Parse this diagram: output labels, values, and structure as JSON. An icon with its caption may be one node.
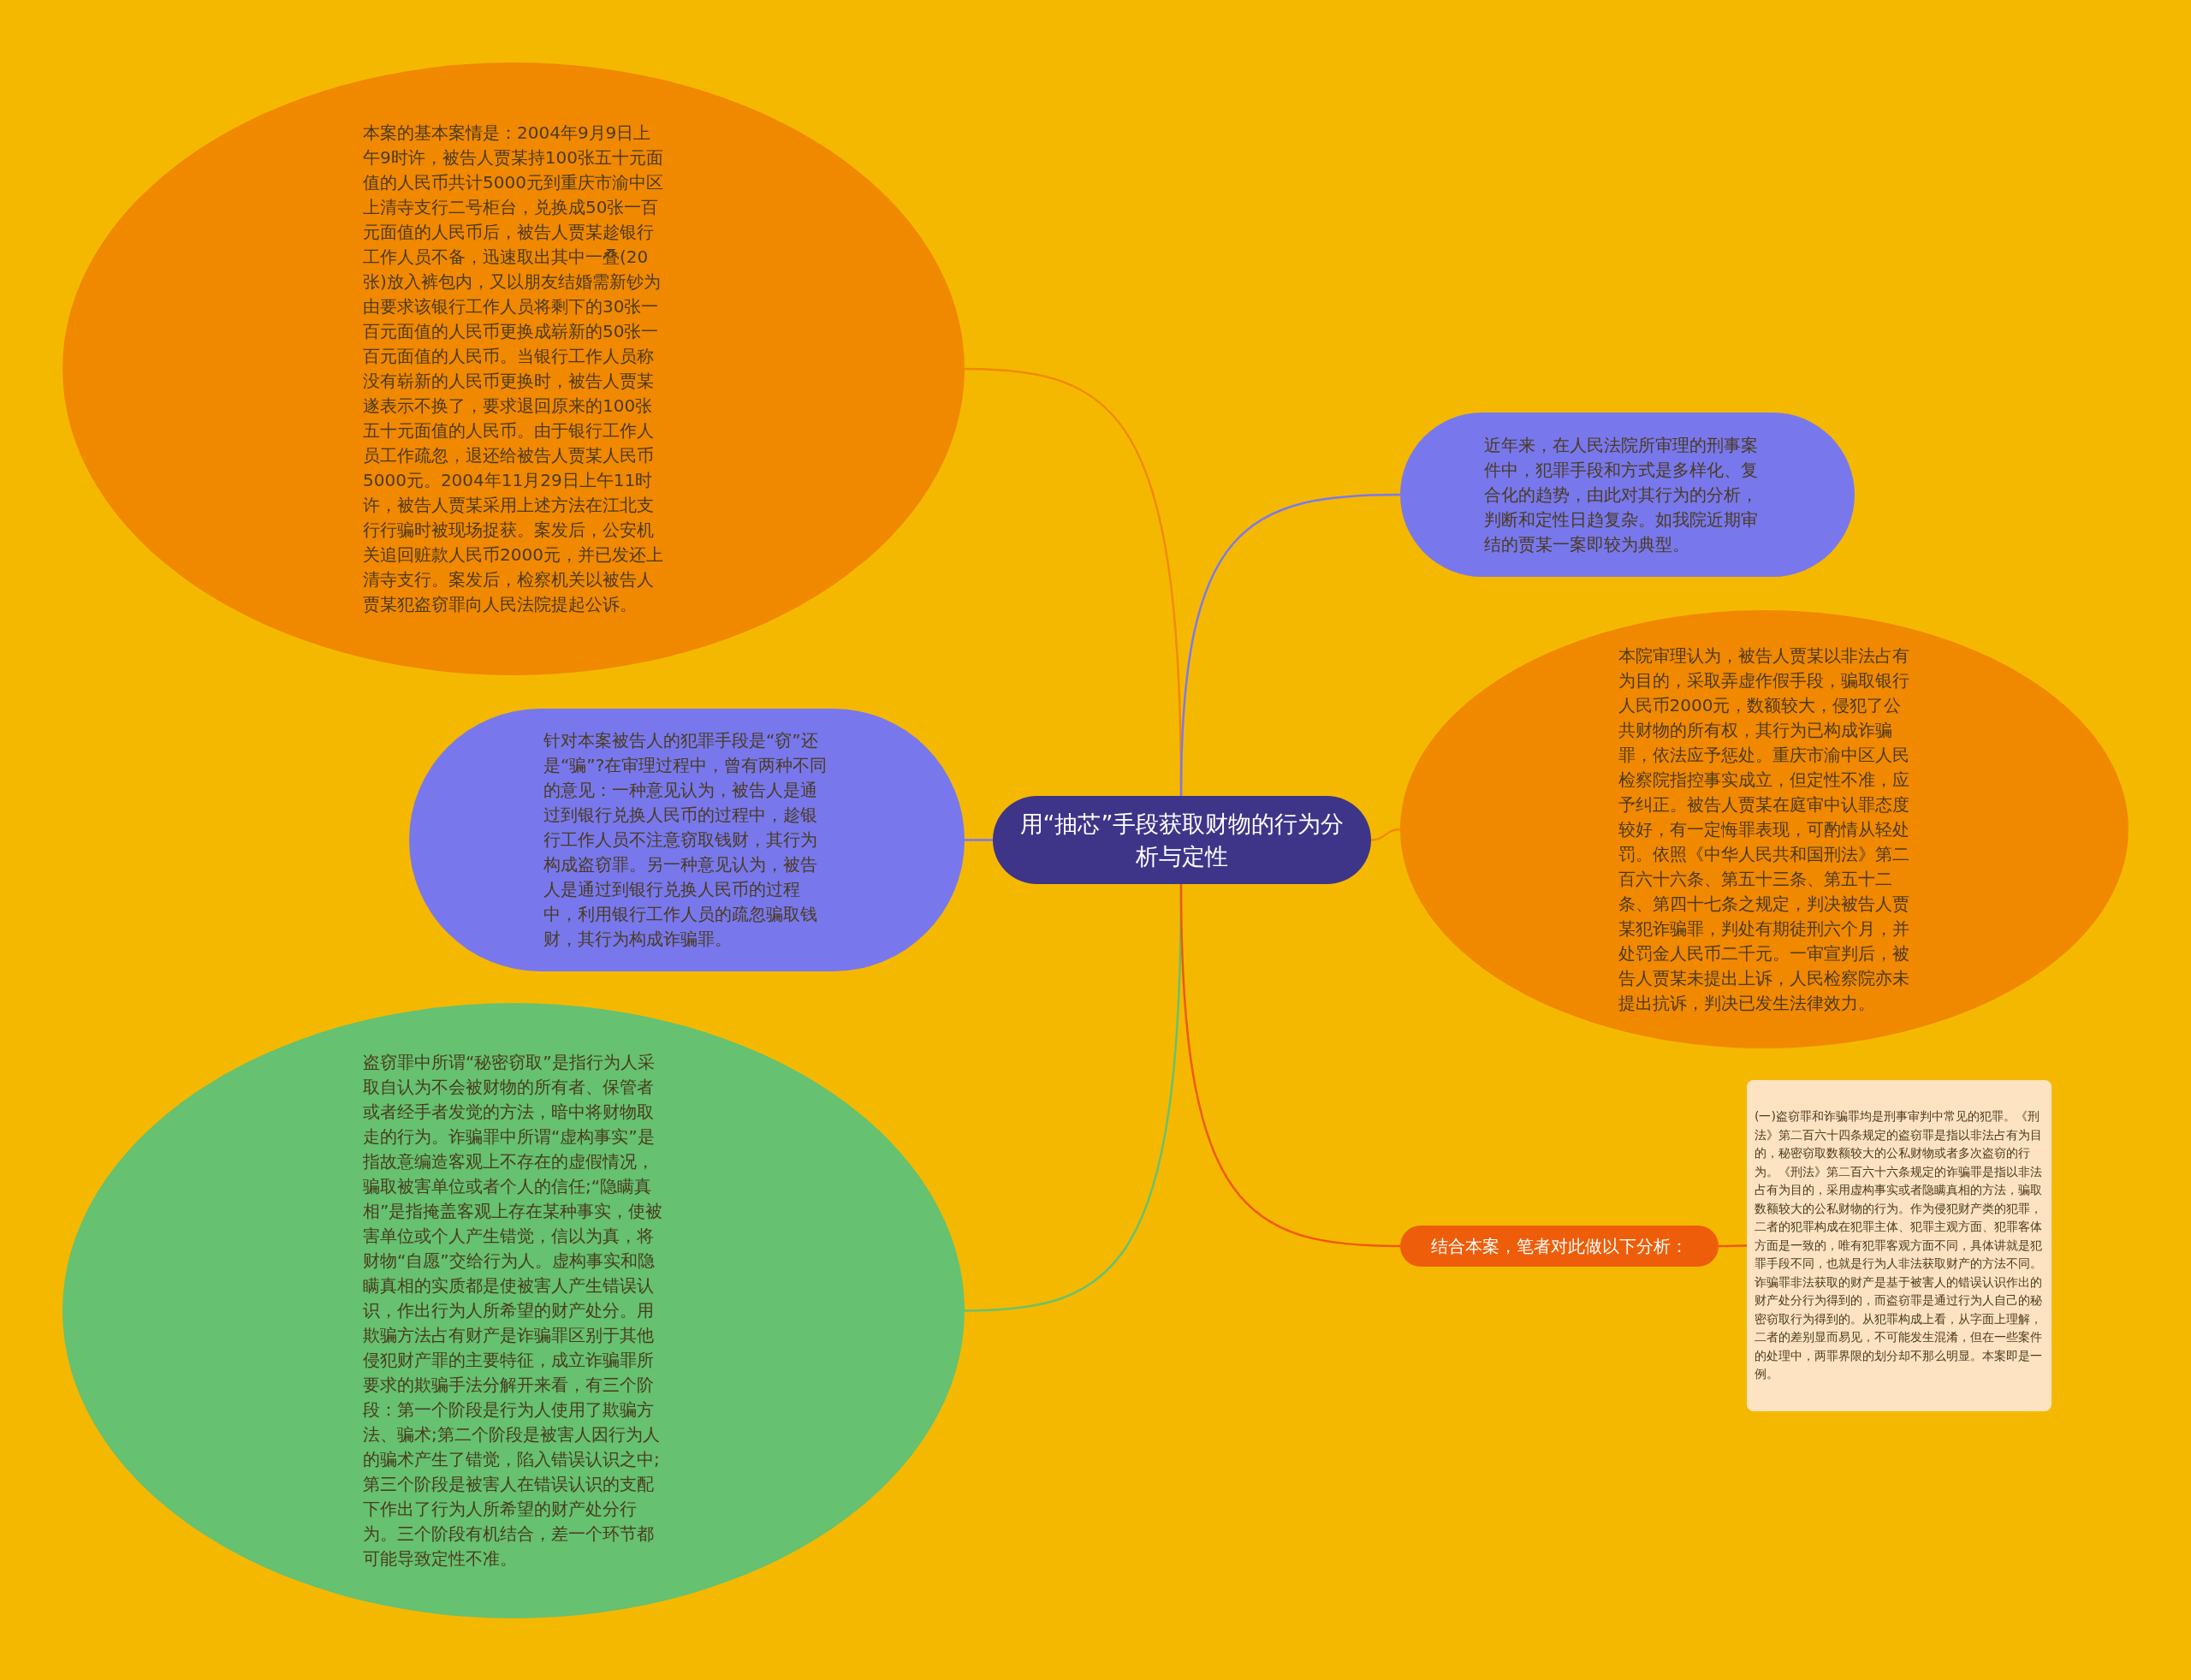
{
  "diagram": {
    "nodes": [
      {
        "text": [
          "用“抽芯”手段获取财物的行为分析与定性"
        ]
      },
      {
        "text": [
          "本案的基本案情是：2004年9月9日上午9时许，被告人贾某持100张五十元面值的人民币共计5000元到重庆市渝中区上清寺支行二号柜台，兑换成50张一百元面值的人民币后，被告人贾某趁银行工作人员不备，迅速取出其中一叠(20张)放入裤包内，又以朋友结婚需新钞为由要求该银行工作人员将剩下的30张一百元面值的人民币更换成崭新的50张一百元面值的人民币。当银行工作人员称没有崭新的人民币更换时，被告人贾某遂表示不换了，要求退回原来的100张五十元面值的人民币。由于银行工作人员工作疏忽，退还给被告人贾某人民币5000元。2004年11月29日上午11时许，被告人贾某采用上述方法在江北支行行骗时被现场捉获。案发后，公安机关追回赃款人民币2000元，并已发还上清寺支行。案发后，检察机关以被告人贾某犯盗窃罪向人民法院提起公诉。"
        ]
      },
      {
        "text": [
          "针对本案被告人的犯罪手段是“窃”还是“骗”?在审理过程中，曾有两种不同的意见：一种意见认为，被告人是通过到银行兑换人民币的过程中，趁银行工作人员不注意窃取钱财，其行为构成盗窃罪。另一种意见认为，被告人是通过到银行兑换人民币的过程中，利用银行工作人员的疏忽骗取钱财，其行为构成诈骗罪。"
        ]
      },
      {
        "text": [
          "盗窃罪中所谓“秘密窃取”是指行为人采取自认为不会被财物的所有者、保管者或者经手者发觉的方法，暗中将财物取走的行为。诈骗罪中所谓“虚构事实”是指故意编造客观上不存在的虚假情况，骗取被害单位或者个人的信任;“隐瞒真相”是指掩盖客观上存在某种事实，使被害单位或个人产生错觉，信以为真，将财物“自愿”交给行为人。虚构事实和隐瞒真相的实质都是使被害人产生错误认识，作出行为人所希望的财产处分。用欺骗方法占有财产是诈骗罪区别于其他侵犯财产罪的主要特征，成立诈骗罪所要求的欺骗手法分解开来看，有三个阶段：第一个阶段是行为人使用了欺骗方法、骗术;第二个阶段是被害人因行为人的骗术产生了错觉，陷入错误认识之中;第三个阶段是被害人在错误认识的支配下作出了行为人所希望的财产处分行为。三个阶段有机结合，差一个环节都可能导致定性不准。"
        ]
      },
      {
        "text": [
          "近年来，在人民法院所审理的刑事案件中，犯罪手段和方式是多样化、复合化的趋势，由此对其行为的分析，判断和定性日趋复杂。如我院近期审结的贾某一案即较为典型。"
        ]
      },
      {
        "text": [
          "本院审理认为，被告人贾某以非法占有为目的，采取弄虚作假手段，骗取银行人民币2000元，数额较大，侵犯了公共财物的所有权，其行为已构成诈骗罪，依法应予惩处。重庆市渝中区人民检察院指控事实成立，但定性不准，应予纠正。被告人贾某在庭审中认罪态度较好，有一定悔罪表现，可酌情从轻处罚。依照《中华人民共和国刑法》第二百六十六条、第五十三条、第五十二条、第四十七条之规定，判决被告人贾某犯诈骗罪，判处有期徒刑六个月，并处罚金人民币二千元。一审宣判后，被告人贾某未提出上诉，人民检察院亦未提出抗诉，判决已发生法律效力。"
        ]
      },
      {
        "text": [
          "结合本案，笔者对此做以下分析："
        ]
      },
      {
        "text": [
          "(一)盗窃罪和诈骗罪均是刑事审判中常见的犯罪。《刑法》第二百六十四条规定的盗窃罪是指以非法占有为目的，秘密窃取数额较大的公私财物或者多次盗窃的行为。《刑法》第二百六十六条规定的诈骗罪是指以非法占有为目的，采用虚构事实或者隐瞒真相的方法，骗取数额较大的公私财物的行为。作为侵犯财产类的犯罪，二者的犯罪构成在犯罪主体、犯罪主观方面、犯罪客体方面是一致的，唯有犯罪客观方面不同，具体讲就是犯罪手段不同，也就是行为人非法获取财产的方法不同。诈骗罪非法获取的财产是基于被害人的错误认识作出的财产处分行为得到的，而盗窃罪是通过行为人自己的秘密窃取行为得到的。从犯罪构成上看，从字面上理解，二者的差别显而易见，不可能发生混淆，但在一些案件的处理中，两罪界限的划分却不那么明显。本案即是一例。"
        ]
      }
    ],
    "edges": [
      {
        "from": 0,
        "to": 1,
        "arrow": "none",
        "color": "#f08a00"
      },
      {
        "from": 0,
        "to": 2,
        "arrow": "none",
        "color": "#7a7aec"
      },
      {
        "from": 0,
        "to": 3,
        "arrow": "none",
        "color": "#66c170"
      },
      {
        "from": 0,
        "to": 4,
        "arrow": "none",
        "color": "#7a7aec"
      },
      {
        "from": 0,
        "to": 5,
        "arrow": "none",
        "color": "#f08a00"
      },
      {
        "from": 0,
        "to": 6,
        "arrow": "none",
        "color": "#ee5a0a"
      },
      {
        "from": 6,
        "to": 7,
        "arrow": "none",
        "color": "#ee5a0a"
      }
    ]
  }
}
